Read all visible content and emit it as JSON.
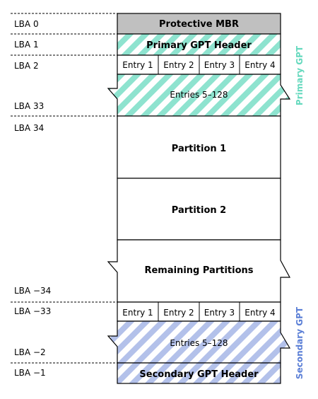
{
  "lba_labels": {
    "lba0": "LBA 0",
    "lba1": "LBA 1",
    "lba2": "LBA 2",
    "lba33": "LBA 33",
    "lba34": "LBA 34",
    "lba_m34": "LBA −34",
    "lba_m33": "LBA −33",
    "lba_m2": "LBA −2",
    "lba_m1": "LBA −1"
  },
  "blocks": {
    "protective_mbr": "Protective MBR",
    "primary_header": "Primary GPT Header",
    "primary_entries": [
      "Entry 1",
      "Entry 2",
      "Entry 3",
      "Entry 4"
    ],
    "primary_rest": "Entries 5–128",
    "partition1": "Partition 1",
    "partition2": "Partition 2",
    "remaining": "Remaining Partitions",
    "secondary_entries": [
      "Entry 1",
      "Entry 2",
      "Entry 3",
      "Entry 4"
    ],
    "secondary_rest": "Entries 5–128",
    "secondary_header": "Secondary GPT Header"
  },
  "side_labels": {
    "primary": "Primary GPT",
    "secondary": "Secondary GPT"
  },
  "colors": {
    "mbr_fill": "#c0c0c0",
    "primary": "#8ee3cf",
    "secondary": "#b3c1ea",
    "primary_text": "#66d9be",
    "secondary_text": "#5b7fd6"
  }
}
